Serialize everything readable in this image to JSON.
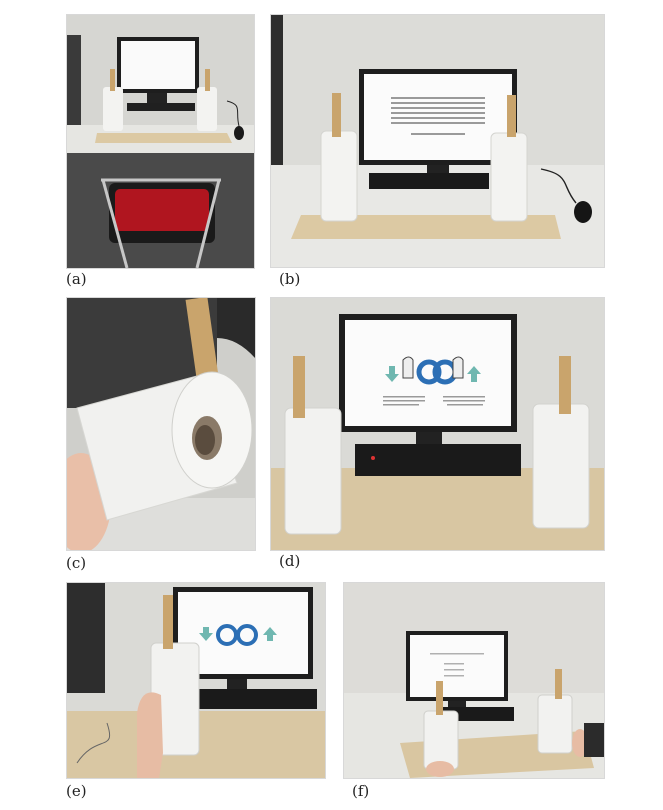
{
  "panels": [
    {
      "id": "a",
      "label": "(a)"
    },
    {
      "id": "b",
      "label": "(b)"
    },
    {
      "id": "c",
      "label": "(c)"
    },
    {
      "id": "d",
      "label": "(d)"
    },
    {
      "id": "e",
      "label": "(e)"
    },
    {
      "id": "f",
      "label": "(f)"
    }
  ],
  "colors": {
    "wall": "#dcdcd8",
    "desk": "#e9e9e6",
    "board": "#d9c7a4",
    "roll": "#f2f2f0",
    "stick": "#c9a46c",
    "monitor": "#1e1e1e",
    "screen": "#fbfbfb",
    "chair": "#b0151f",
    "arrow_blue": "#2c6fb5",
    "arrow_teal": "#6fb7b0"
  }
}
